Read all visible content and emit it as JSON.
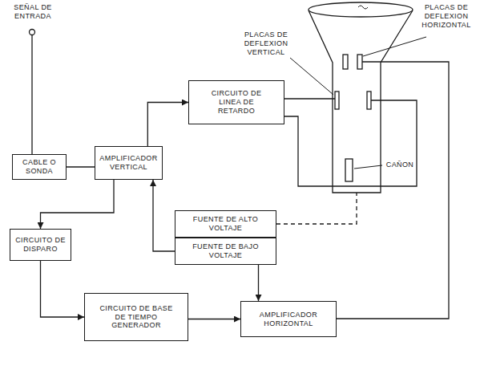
{
  "diagram": {
    "nodes": [
      {
        "text": [
          "CABLE O SONDA"
        ]
      },
      {
        "text": [
          "AMPLIFICADOR VERTICAL"
        ]
      },
      {
        "text": [
          "CIRCUITO DE LINEA DE RETARDO"
        ]
      },
      {
        "text": [
          "CIRCUITO DE DISPARO"
        ]
      },
      {
        "text": [
          "FUENTE DE ALTO VOLTAJE"
        ]
      },
      {
        "text": [
          "FUENTE DE BAJO VOLTAJE"
        ]
      },
      {
        "text": [
          "CIRCUITO DE BASE DE TIEMPO GENERADOR"
        ]
      },
      {
        "text": [
          "AMPLIFICADOR HORIZONTAL"
        ]
      }
    ],
    "edges": [
      {
        "from": 0,
        "to": 1,
        "arrow": "none"
      },
      {
        "from": 1,
        "to": 2,
        "arrow": "to"
      },
      {
        "from": 1,
        "to": 3,
        "arrow": "to"
      },
      {
        "from": 5,
        "to": 1,
        "arrow": "to"
      },
      {
        "from": 5,
        "to": 7,
        "arrow": "to"
      },
      {
        "from": 3,
        "to": 6,
        "arrow": "to"
      },
      {
        "from": 6,
        "to": 7,
        "arrow": "to"
      }
    ],
    "labels": [
      "SEÑAL DE ENTRADA",
      "PLACAS DE DEFLEXION VERTICAL",
      "PLACAS DE DEFLEXION HORIZONTAL",
      "CAÑON"
    ]
  }
}
